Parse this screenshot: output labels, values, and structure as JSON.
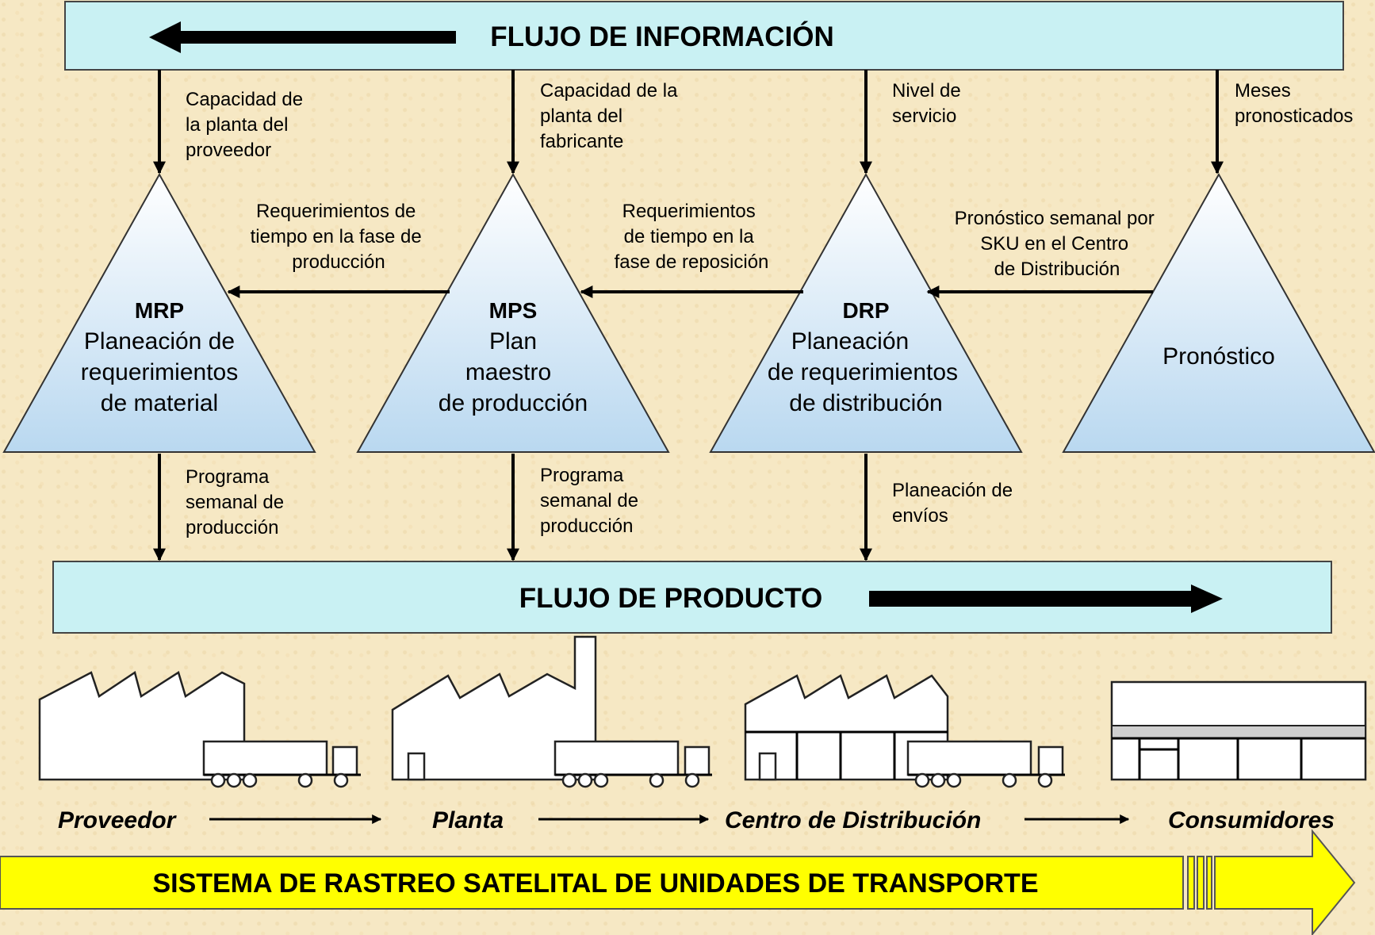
{
  "info_flow": {
    "title": "FLUJO DE INFORMACIÓN"
  },
  "product_flow": {
    "title": "FLUJO DE PRODUCTO"
  },
  "info_labels": [
    [
      "Capacidad de",
      "la planta del",
      "proveedor"
    ],
    [
      "Capacidad de la",
      "planta del",
      "fabricante"
    ],
    [
      "Nivel de",
      "servicio"
    ],
    [
      "Meses",
      "pronosticados"
    ]
  ],
  "triangles": [
    {
      "abbr": "MRP",
      "lines": [
        "Planeación de",
        "requerimientos",
        "de material"
      ]
    },
    {
      "abbr": "MPS",
      "lines": [
        "Plan",
        "maestro",
        "de producción"
      ]
    },
    {
      "abbr": "DRP",
      "lines": [
        "Planeación",
        "de requerimientos",
        "de distribución"
      ]
    },
    {
      "abbr": "",
      "lines": [
        "Pronóstico"
      ]
    }
  ],
  "connector_labels": [
    [
      "Requerimientos de",
      "tiempo en la fase de",
      "producción"
    ],
    [
      "Requerimientos",
      "de tiempo en la",
      "fase de reposición"
    ],
    [
      "Pronóstico semanal por",
      "SKU en el Centro",
      "de Distribución"
    ]
  ],
  "output_labels": [
    [
      "Programa",
      "semanal de",
      "producción"
    ],
    [
      "Programa",
      "semanal de",
      "producción"
    ],
    [
      "Planeación de",
      "envíos"
    ]
  ],
  "nodes": [
    "Proveedor",
    "Planta",
    "Centro de Distribución",
    "Consumidores"
  ],
  "banner": {
    "text": "SISTEMA DE RASTREO SATELITAL DE UNIDADES DE TRANSPORTE",
    "color": "#ffff00"
  },
  "colors": {
    "band": "#c9f1f3",
    "triangle_top": "#ffffff",
    "triangle_bottom": "#b9d8f0",
    "background": "#f6e8c4"
  }
}
